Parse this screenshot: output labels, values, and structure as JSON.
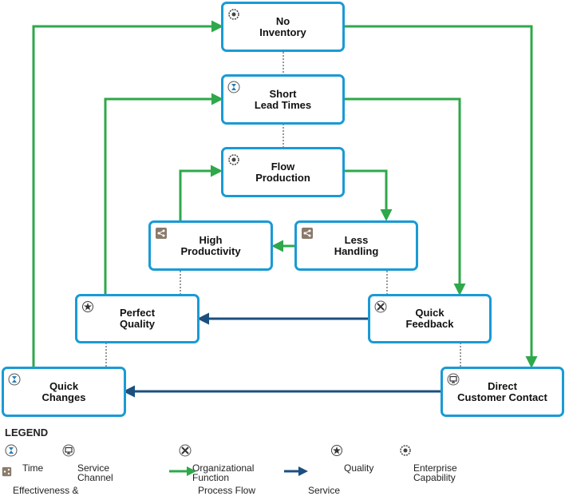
{
  "nodes": [
    {
      "id": "no-inventory",
      "label": "No\nInventory",
      "icon": "gear-icon"
    },
    {
      "id": "short-lead-times",
      "label": "Short\nLead Times",
      "icon": "hourglass-icon"
    },
    {
      "id": "flow-production",
      "label": "Flow\nProduction",
      "icon": "gear-icon"
    },
    {
      "id": "high-productivity",
      "label": "High\nProductivity",
      "icon": "process-icon"
    },
    {
      "id": "less-handling",
      "label": "Less\nHandling",
      "icon": "process-icon"
    },
    {
      "id": "perfect-quality",
      "label": "Perfect\nQuality",
      "icon": "quality-icon"
    },
    {
      "id": "quick-feedback",
      "label": "Quick\nFeedback",
      "icon": "tools-icon"
    },
    {
      "id": "quick-changes",
      "label": "Quick\nChanges",
      "icon": "hourglass-icon"
    },
    {
      "id": "direct-customer-contact",
      "label": "Direct\nCustomer Contact",
      "icon": "monitor-icon"
    }
  ],
  "edges": [
    {
      "from": "quick-changes",
      "to": "no-inventory",
      "type": "process-flow"
    },
    {
      "from": "no-inventory",
      "to": "direct-customer-contact",
      "type": "process-flow"
    },
    {
      "from": "perfect-quality",
      "to": "short-lead-times",
      "type": "process-flow"
    },
    {
      "from": "short-lead-times",
      "to": "quick-feedback",
      "type": "process-flow"
    },
    {
      "from": "high-productivity",
      "to": "flow-production",
      "type": "process-flow"
    },
    {
      "from": "flow-production",
      "to": "less-handling",
      "type": "process-flow"
    },
    {
      "from": "less-handling",
      "to": "high-productivity",
      "type": "process-flow"
    },
    {
      "from": "quick-feedback",
      "to": "perfect-quality",
      "type": "service-flow"
    },
    {
      "from": "direct-customer-contact",
      "to": "quick-changes",
      "type": "service-flow"
    }
  ],
  "legend": {
    "title": "LEGEND",
    "items": [
      {
        "label": "Time",
        "icon": "hourglass-icon"
      },
      {
        "label": "Service\nChannel",
        "icon": "monitor-icon"
      },
      {
        "label": "Organizational\nFunction",
        "icon": "tools-icon"
      },
      {
        "label": "Quality",
        "icon": "quality-icon"
      },
      {
        "label": "Enterprise\nCapability",
        "icon": "gear-icon"
      },
      {
        "label": "Effectiveness &",
        "icon": "process-icon"
      },
      {
        "label": "Process Flow",
        "icon": "green-arrow-icon"
      },
      {
        "label": "Service",
        "icon": "blue-arrow-icon"
      }
    ]
  },
  "colors": {
    "node_border": "#1a9ad6",
    "process_flow": "#2ea84a",
    "service_flow": "#1b4f7f",
    "link": "#333333"
  }
}
